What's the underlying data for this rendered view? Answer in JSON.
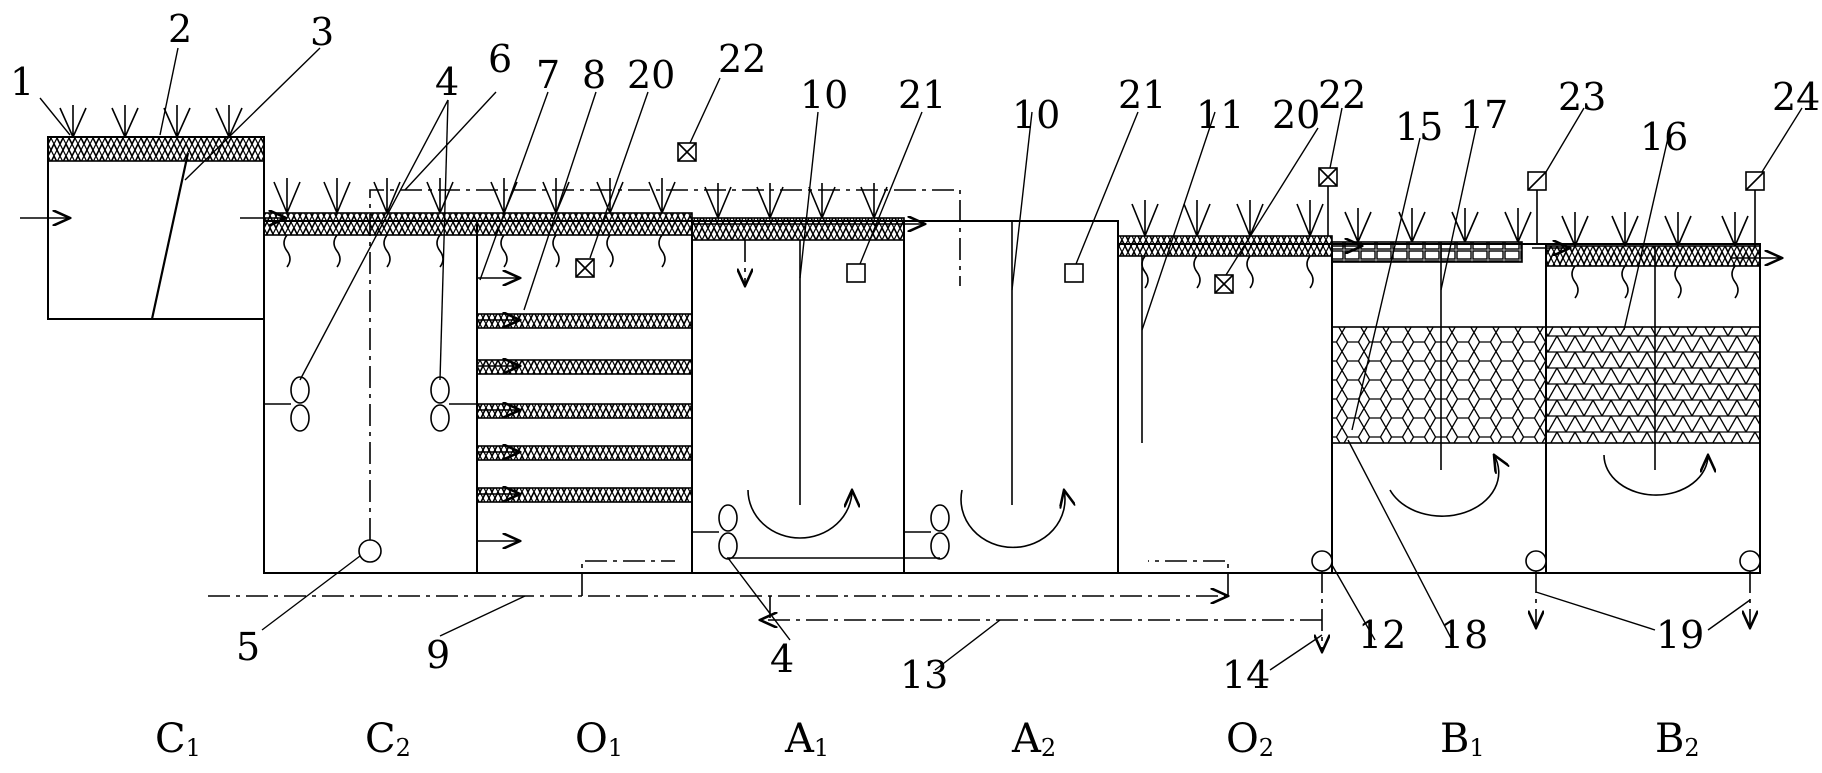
{
  "callouts": [
    "1",
    "2",
    "3",
    "4",
    "6",
    "7",
    "8",
    "20",
    "22",
    "10",
    "21",
    "10",
    "21",
    "11",
    "20",
    "22",
    "15",
    "17",
    "23",
    "16",
    "24",
    "5",
    "9",
    "4",
    "13",
    "14",
    "12",
    "18",
    "19"
  ],
  "zones": [
    {
      "main": "C",
      "sub": "1"
    },
    {
      "main": "C",
      "sub": "2"
    },
    {
      "main": "O",
      "sub": "1"
    },
    {
      "main": "A",
      "sub": "1"
    },
    {
      "main": "A",
      "sub": "2"
    },
    {
      "main": "O",
      "sub": "2"
    },
    {
      "main": "B",
      "sub": "1"
    },
    {
      "main": "B",
      "sub": "2"
    }
  ]
}
